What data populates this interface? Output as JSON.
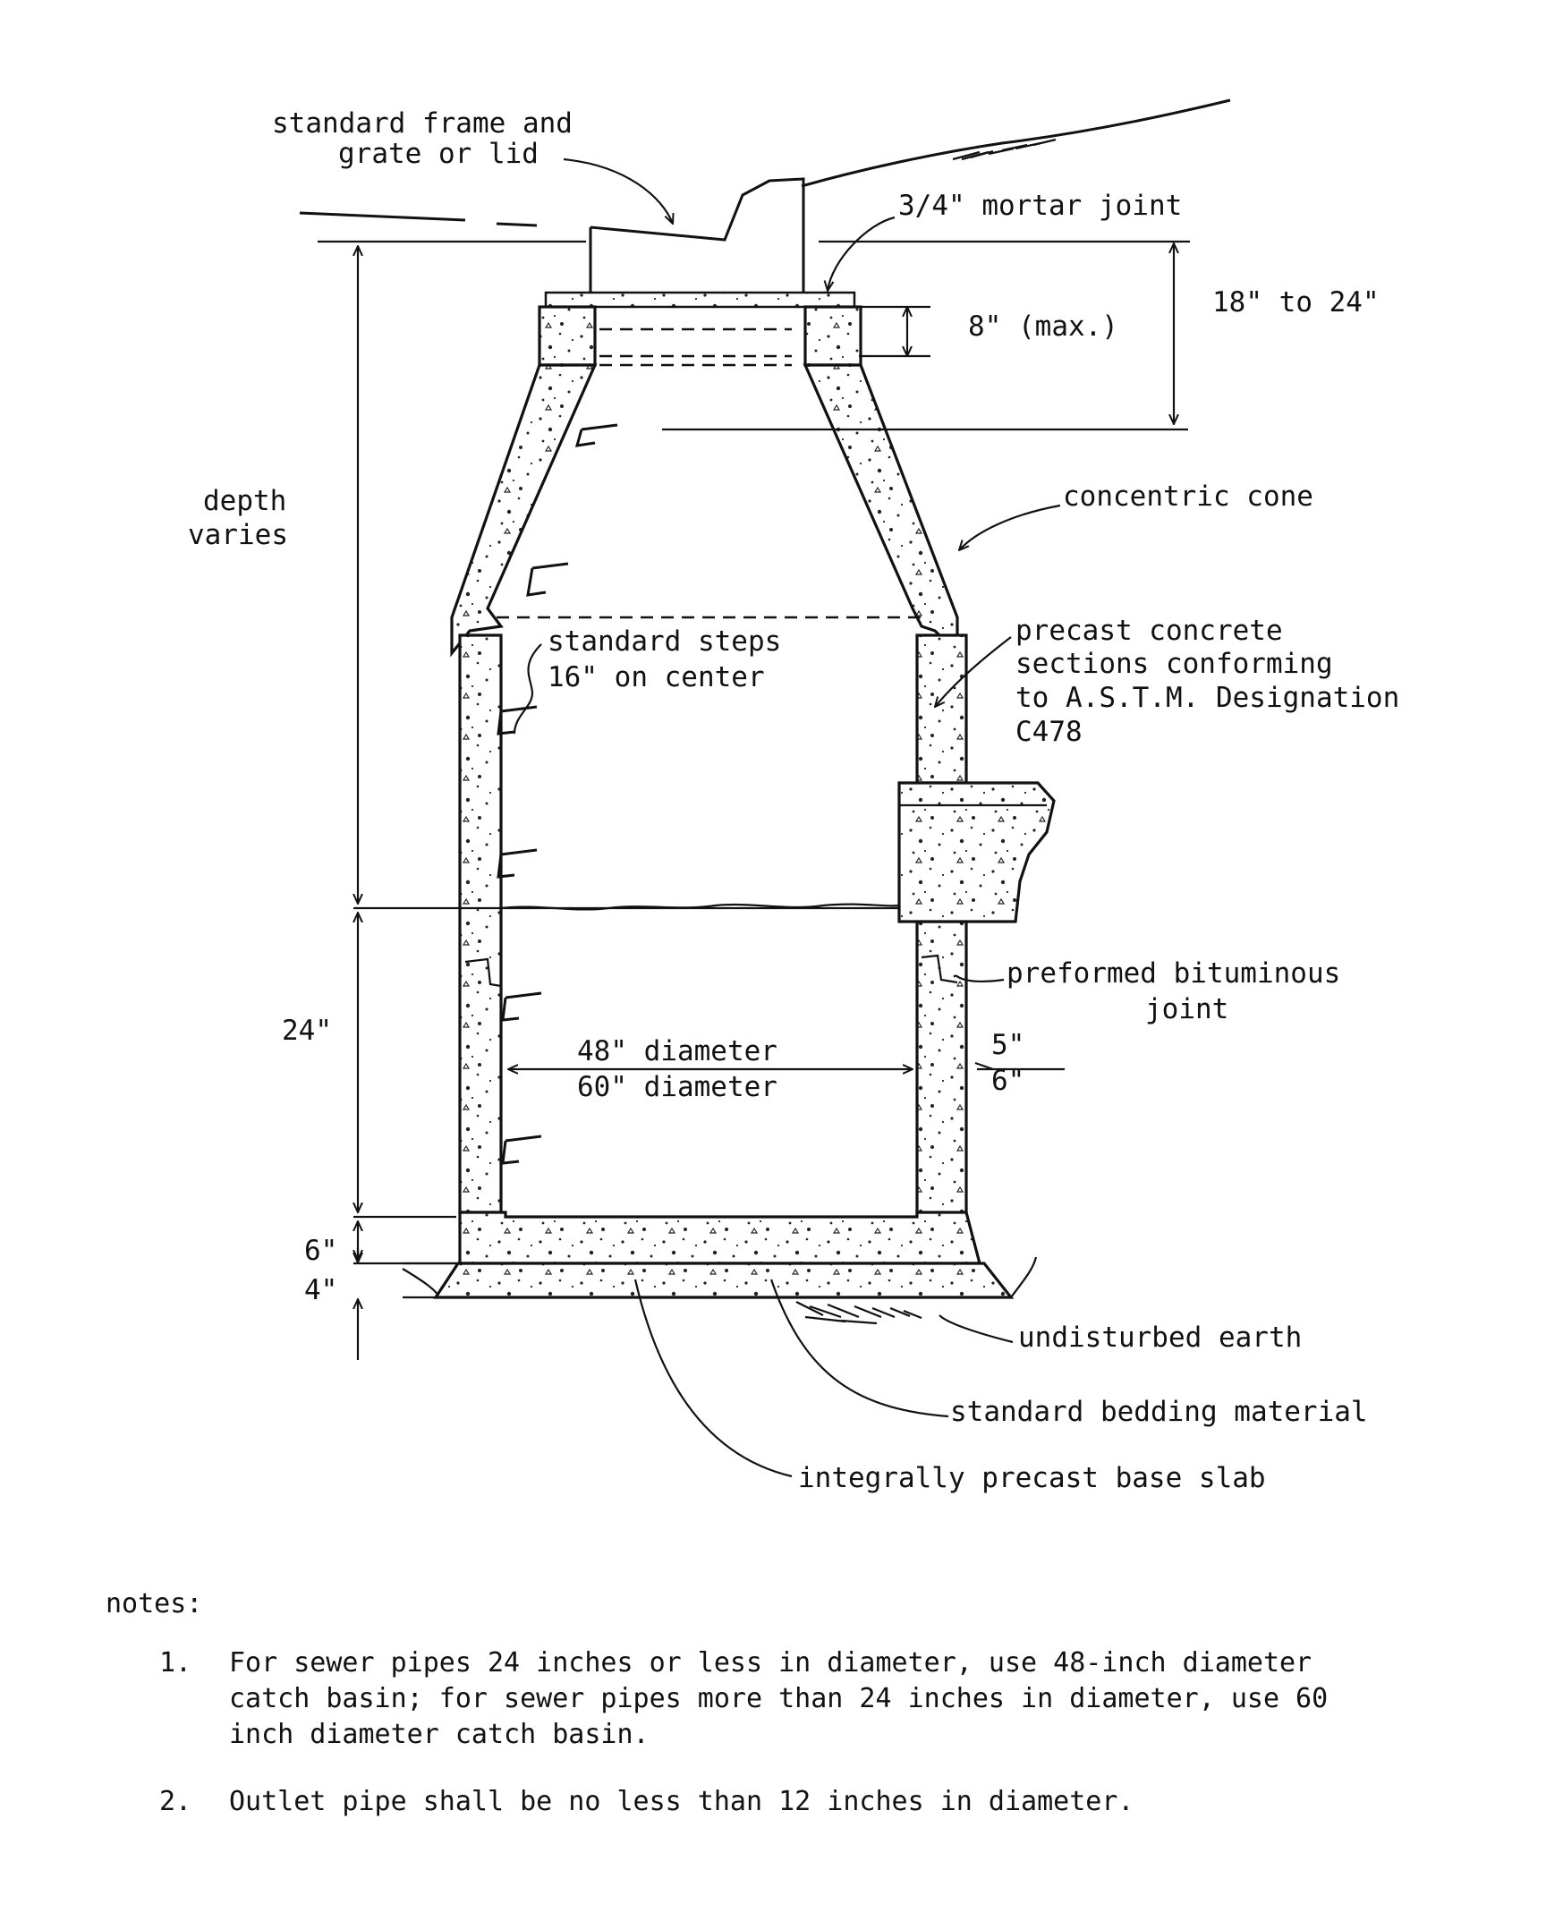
{
  "labels": {
    "frame_1": "standard frame and",
    "frame_2": "grate or lid",
    "mortar": "3/4\" mortar joint",
    "max8": "8\" (max.)",
    "range": "18\" to 24\"",
    "depth_1": "depth",
    "depth_2": "varies",
    "cone": "concentric cone",
    "steps_1": "standard steps",
    "steps_2": "16\" on center",
    "precast_1": "precast concrete",
    "precast_2": "sections conforming",
    "precast_3": "to A.S.T.M. Designation",
    "precast_4": "C478",
    "bitum_1": "preformed bituminous",
    "bitum_2": "joint",
    "dim_24": "24\"",
    "dia_48": "48\" diameter",
    "dia_60": "60\" diameter",
    "wall_5": "5\"",
    "wall_6": "6\"",
    "dim_6": "6\"",
    "dim_4": "4\"",
    "earth": "undisturbed earth",
    "bedding": "standard bedding material",
    "slab": "integrally precast base slab"
  },
  "notes": {
    "heading": "notes:",
    "n1_num": "1.",
    "n1_l1": "For sewer pipes 24 inches or less in diameter, use 48-inch diameter",
    "n1_l2": "catch basin; for sewer pipes more than 24 inches in diameter, use 60",
    "n1_l3": "inch diameter catch basin.",
    "n2_num": "2.",
    "n2_l1": "Outlet pipe shall be no less than 12 inches in diameter."
  }
}
